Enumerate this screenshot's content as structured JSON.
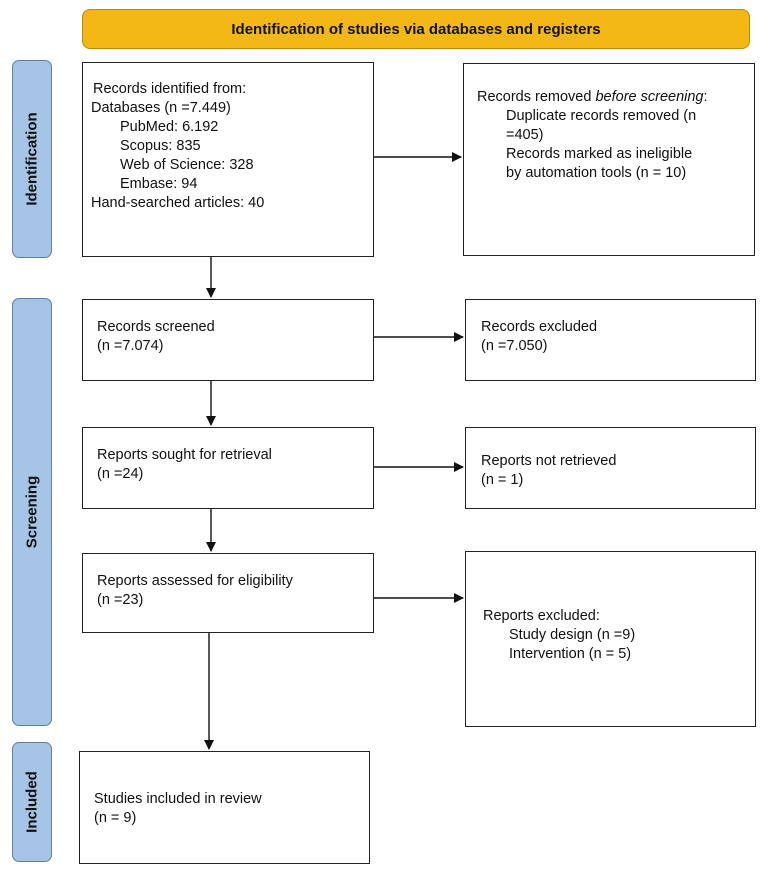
{
  "banner": {
    "title": "Identification of studies via databases and registers"
  },
  "stages": {
    "identification": "Identification",
    "screening": "Screening",
    "included": "Included"
  },
  "records_identified": {
    "heading": "Records identified from:",
    "databases": "Databases (n =7.449)",
    "pubmed": "PubMed: 6.192",
    "scopus": "Scopus: 835",
    "wos": "Web of Science: 328",
    "embase": "Embase: 94",
    "hand_searched": "Hand-searched articles: 40"
  },
  "records_removed": {
    "prefix": "Records removed ",
    "italic": "before screening",
    "suffix": ":",
    "duplicates_line1": "Duplicate records removed (n",
    "duplicates_line2": "=405)",
    "ineligible_line1": "Records marked as ineligible",
    "ineligible_line2": "by automation tools (n = 10)"
  },
  "records_screened": {
    "label": "Records screened",
    "count": "(n =7.074)"
  },
  "records_excluded": {
    "label": "Records excluded",
    "count": "(n =7.050)"
  },
  "reports_sought": {
    "label": "Reports sought for retrieval",
    "count": "(n =24)"
  },
  "reports_not_retrieved": {
    "label": "Reports not retrieved",
    "count": "(n = 1)"
  },
  "reports_assessed": {
    "label": "Reports assessed for eligibility",
    "count": "(n =23)"
  },
  "reports_excluded": {
    "label": "Reports excluded:",
    "study_design": "Study design (n =9)",
    "intervention": "Intervention (n = 5)"
  },
  "studies_included": {
    "label": "Studies included in review",
    "count": "(n = 9)"
  }
}
